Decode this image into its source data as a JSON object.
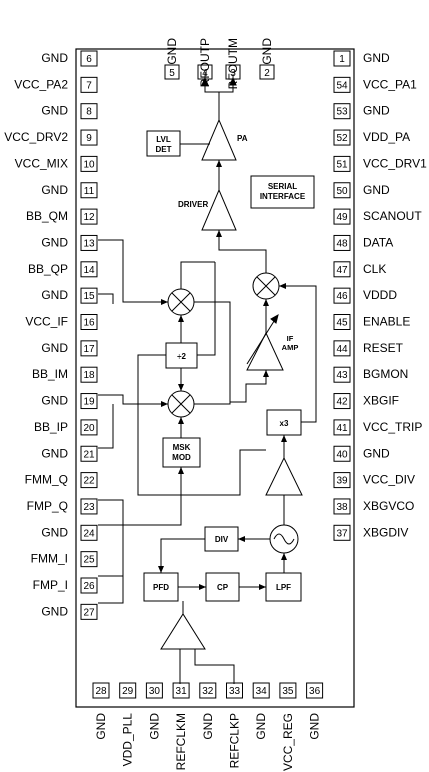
{
  "left_pins": [
    {
      "num": "6",
      "name": "GND"
    },
    {
      "num": "7",
      "name": "VCC_PA2"
    },
    {
      "num": "8",
      "name": "GND"
    },
    {
      "num": "9",
      "name": "VCC_DRV2"
    },
    {
      "num": "10",
      "name": "VCC_MIX"
    },
    {
      "num": "11",
      "name": "GND"
    },
    {
      "num": "12",
      "name": "BB_QM"
    },
    {
      "num": "13",
      "name": "GND"
    },
    {
      "num": "14",
      "name": "BB_QP"
    },
    {
      "num": "15",
      "name": "GND"
    },
    {
      "num": "16",
      "name": "VCC_IF"
    },
    {
      "num": "17",
      "name": "GND"
    },
    {
      "num": "18",
      "name": "BB_IM"
    },
    {
      "num": "19",
      "name": "GND"
    },
    {
      "num": "20",
      "name": "BB_IP"
    },
    {
      "num": "21",
      "name": "GND"
    },
    {
      "num": "22",
      "name": "FMM_Q"
    },
    {
      "num": "23",
      "name": "FMP_Q"
    },
    {
      "num": "24",
      "name": "GND"
    },
    {
      "num": "25",
      "name": "FMM_I"
    },
    {
      "num": "26",
      "name": "FMP_I"
    },
    {
      "num": "27",
      "name": "GND"
    }
  ],
  "right_pins": [
    {
      "num": "1",
      "name": "GND"
    },
    {
      "num": "54",
      "name": "VCC_PA1"
    },
    {
      "num": "53",
      "name": "GND"
    },
    {
      "num": "52",
      "name": "VDD_PA"
    },
    {
      "num": "51",
      "name": "VCC_DRV1"
    },
    {
      "num": "50",
      "name": "GND"
    },
    {
      "num": "49",
      "name": "SCANOUT"
    },
    {
      "num": "48",
      "name": "DATA"
    },
    {
      "num": "47",
      "name": "CLK"
    },
    {
      "num": "46",
      "name": "VDDD"
    },
    {
      "num": "45",
      "name": "ENABLE"
    },
    {
      "num": "44",
      "name": "RESET"
    },
    {
      "num": "43",
      "name": "BGMON"
    },
    {
      "num": "42",
      "name": "XBGIF"
    },
    {
      "num": "41",
      "name": "VCC_TRIP"
    },
    {
      "num": "40",
      "name": "GND"
    },
    {
      "num": "39",
      "name": "VCC_DIV"
    },
    {
      "num": "38",
      "name": "XBGVCO"
    },
    {
      "num": "37",
      "name": "XBGDIV"
    }
  ],
  "top_pins": [
    {
      "num": "5",
      "name": "GND"
    },
    {
      "num": "4",
      "name": "RFOUTP"
    },
    {
      "num": "3",
      "name": "RFOUTM"
    },
    {
      "num": "2",
      "name": "GND"
    }
  ],
  "bottom_pins": [
    {
      "num": "28",
      "name": "GND"
    },
    {
      "num": "29",
      "name": "VDD_PLL"
    },
    {
      "num": "30",
      "name": "GND"
    },
    {
      "num": "31",
      "name": "REFCLKM"
    },
    {
      "num": "32",
      "name": "GND"
    },
    {
      "num": "33",
      "name": "REFCLKP"
    },
    {
      "num": "34",
      "name": "GND"
    },
    {
      "num": "35",
      "name": "VCC_REG"
    },
    {
      "num": "36",
      "name": "GND"
    }
  ],
  "blocks": {
    "lvl_det_1": "LVL",
    "lvl_det_2": "DET",
    "pa": "PA",
    "driver": "DRIVER",
    "serial_1": "SERIAL",
    "serial_2": "INTERFACE",
    "div2": "÷2",
    "if_amp_1": "IF",
    "if_amp_2": "AMP",
    "msk_1": "MSK",
    "msk_2": "MOD",
    "x3": "x3",
    "div": "DIV",
    "pfd": "PFD",
    "cp": "CP",
    "lpf": "LPF"
  }
}
